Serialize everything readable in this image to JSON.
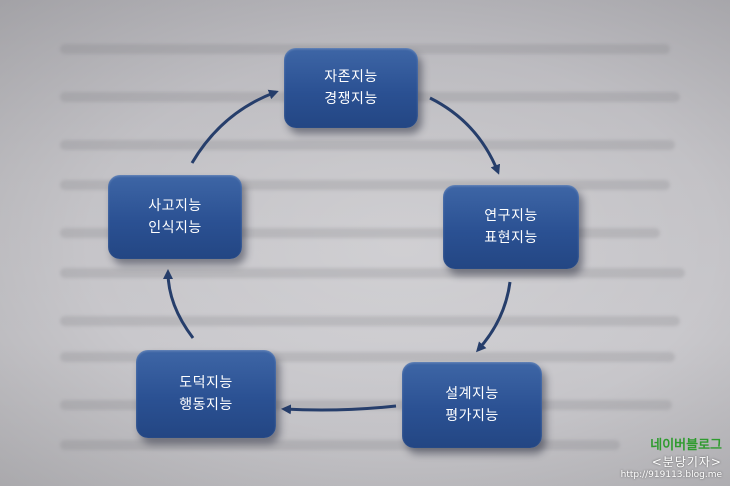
{
  "nodes": [
    {
      "id": "top",
      "line1": "자존지능",
      "line2": "경쟁지능"
    },
    {
      "id": "right",
      "line1": "연구지능",
      "line2": "표현지능"
    },
    {
      "id": "bottom-right",
      "line1": "설계지능",
      "line2": "평가지능"
    },
    {
      "id": "bottom-left",
      "line1": "도덕지능",
      "line2": "행동지능"
    },
    {
      "id": "left",
      "line1": "사고지능",
      "line2": "인식지능"
    }
  ],
  "watermark": {
    "line1": "네이버블로그",
    "line2": "<분당기자>",
    "line3": "http://919113.blog.me"
  },
  "colors": {
    "node_fill": "#2b5193",
    "arrow": "#263e6b",
    "node_text": "#ffffff"
  }
}
